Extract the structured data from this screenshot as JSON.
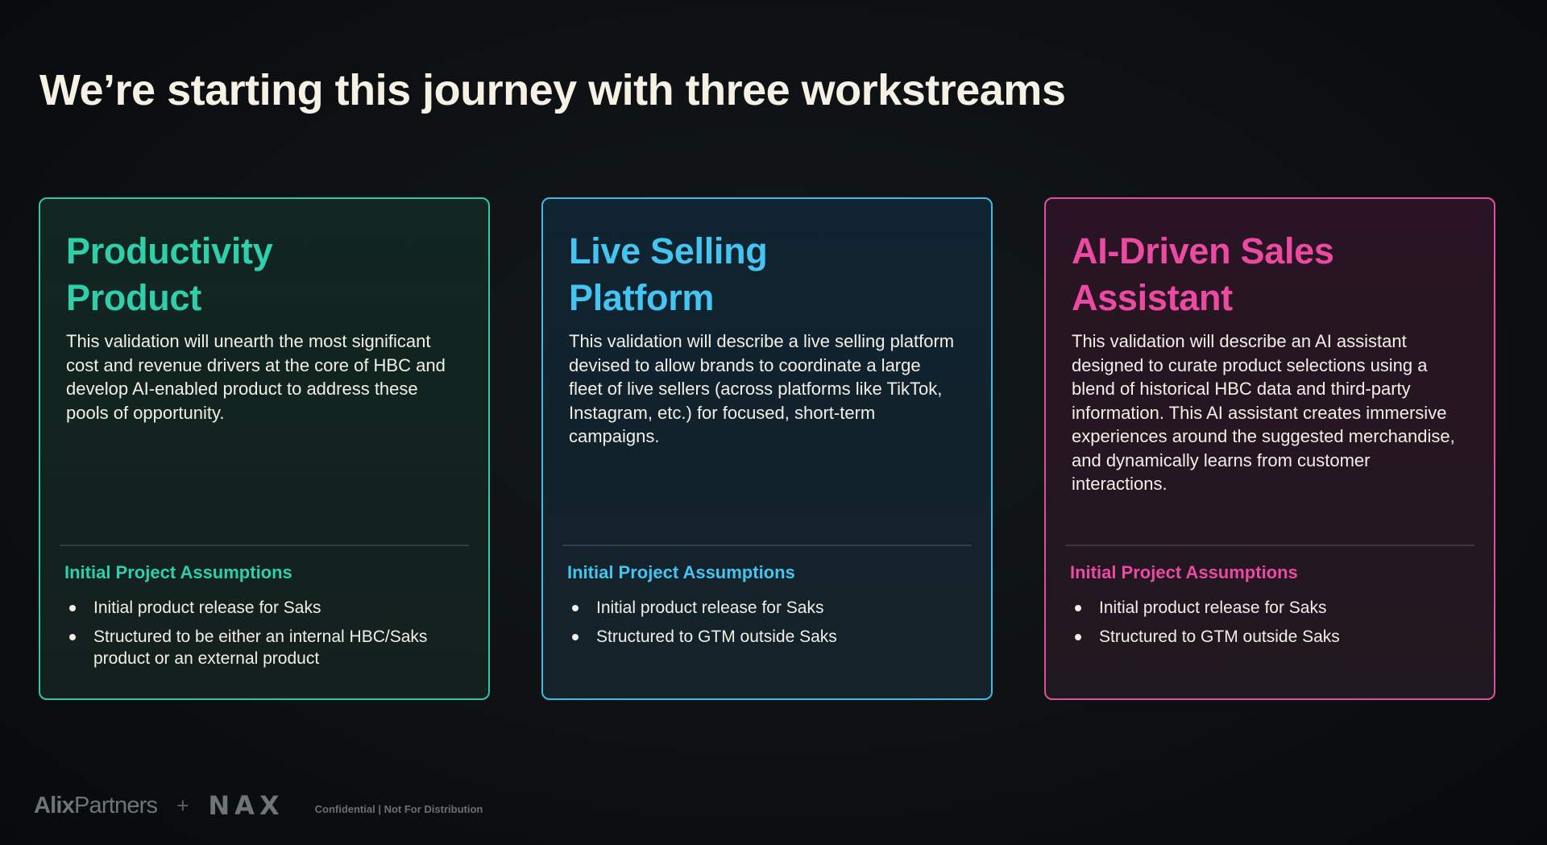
{
  "slide": {
    "title": "We’re starting this journey with three workstreams"
  },
  "colors": {
    "teal": "#2fcfac",
    "blue": "#44c4f0",
    "pink": "#ec4aa2",
    "background": "#0d1113",
    "text": "#f2efe6"
  },
  "cards": [
    {
      "title": "Productivity\nProduct",
      "description": "This validation will unearth the most significant cost and revenue drivers at the core of HBC and develop AI-enabled product to address these pools of opportunity.",
      "assumptions_heading": "Initial Project Assumptions",
      "assumptions": [
        "Initial product release for Saks",
        "Structured to be either an internal HBC/Saks product or an external product"
      ]
    },
    {
      "title": "Live Selling\nPlatform",
      "description": "This validation will describe a live selling platform devised to allow brands to coordinate a large fleet of live sellers (across platforms like TikTok, Instagram, etc.) for focused, short-term campaigns.",
      "assumptions_heading": "Initial Project Assumptions",
      "assumptions": [
        "Initial product release for Saks",
        "Structured to GTM outside Saks"
      ]
    },
    {
      "title": "AI-Driven Sales\nAssistant",
      "description": "This validation will describe an AI assistant designed to curate product selections using a blend of historical HBC data and third-party information. This AI assistant creates immersive experiences around the suggested merchandise, and dynamically learns from customer interactions.",
      "assumptions_heading": "Initial Project Assumptions",
      "assumptions": [
        "Initial product release for Saks",
        "Structured to GTM outside Saks"
      ]
    }
  ],
  "footer": {
    "logo_alix_bold": "Alix",
    "logo_alix_rest": "Partners",
    "plus": "+",
    "logo_nax": "NAX",
    "confidential": "Confidential | Not For Distribution"
  }
}
